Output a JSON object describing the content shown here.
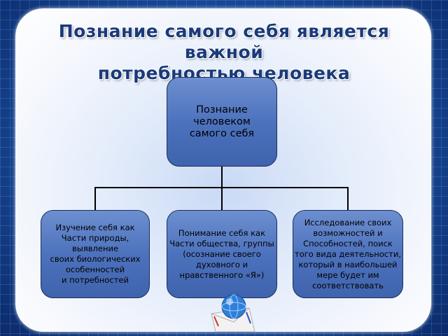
{
  "title": {
    "line1": "Познание  самого себя является важной",
    "line2": "потребностью  человека"
  },
  "diagram": {
    "root": "Познание\nчеловеком\nсамого себя",
    "children": [
      "Изучение себя как\nЧасти природы,\nвыявление\nсвоих биологических\nособенностей\nи потребностей",
      "Понимание себя как\nЧасти общества, группы\n(осознание своего\nдуховного и\nнравственного «Я»)",
      "Исследование своих\nвозможностей и\nСпособностей, поиск\nтого вида деятельности,\nкоторый в наибольшей\nмере будет им\nсоответствовать"
    ]
  },
  "colors": {
    "node_fill": "#4d72bd",
    "node_border": "#1c2f5a",
    "title": "#1a3a7a"
  }
}
